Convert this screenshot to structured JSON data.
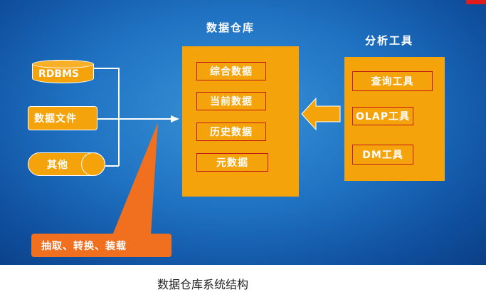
{
  "diagram": {
    "warehouse_title": "数据仓库",
    "warehouse_items": [
      "综合数据",
      "当前数据",
      "历史数据",
      "元数据"
    ],
    "tools_title": "分析工具",
    "tool_items": [
      "查询工具",
      "OLAP工具",
      "DM工具"
    ],
    "sources": [
      "RDBMS",
      "数据文件",
      "其他"
    ],
    "etl_label": "抽取、转换、装载",
    "caption": "数据仓库系统结构"
  },
  "colors": {
    "panel": "#f5a30a",
    "item_border": "#c01818",
    "etl": "#f07020",
    "background": "#1f72c2",
    "connector": "#ffffff"
  }
}
